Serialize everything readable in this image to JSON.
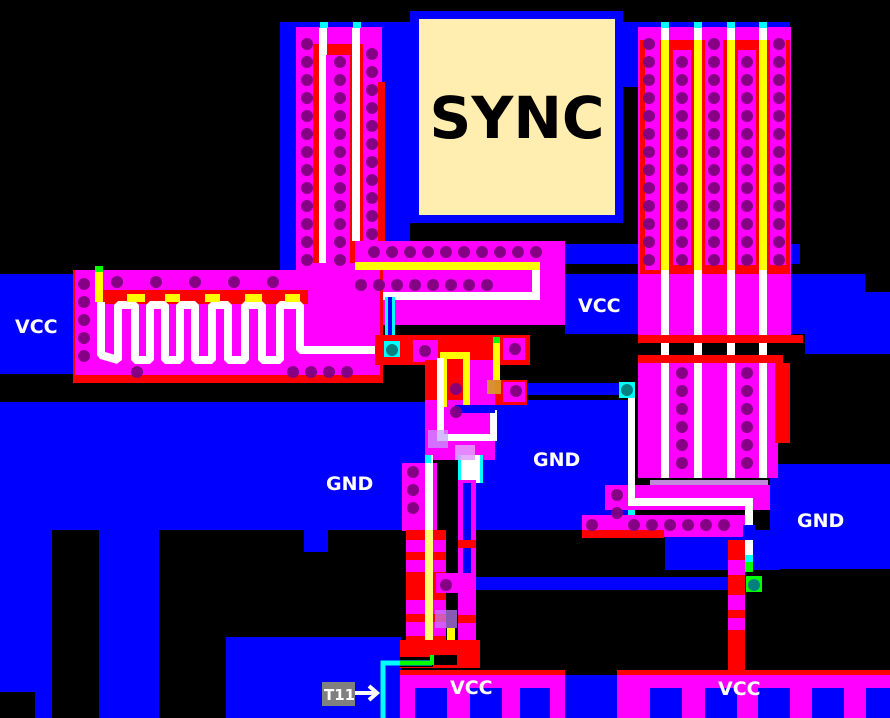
{
  "layout_view": {
    "cell_block": {
      "label": "SYNC"
    },
    "net_labels": [
      {
        "id": "vcc-left",
        "text": "VCC"
      },
      {
        "id": "vcc-mid",
        "text": "VCC"
      },
      {
        "id": "gnd-left",
        "text": "GND"
      },
      {
        "id": "gnd-center",
        "text": "GND"
      },
      {
        "id": "gnd-right",
        "text": "GND"
      },
      {
        "id": "vcc-bottom-left",
        "text": "VCC"
      },
      {
        "id": "vcc-bottom-right",
        "text": "VCC"
      }
    ],
    "terminal_tag": {
      "text": "T11",
      "icon": "right-arrow-icon"
    }
  },
  "colors": {
    "background": "#000000",
    "metal1": "#0000ff",
    "diffusion": "#ff00ff",
    "poly": "#ff0000",
    "gate": "#ffff00",
    "trace": "#ffffff",
    "via": "#800080",
    "contact_edge": "#00ffff",
    "green": "#00ff00",
    "cell_fill": "#ffeeb0",
    "tag_bg": "#808080"
  }
}
